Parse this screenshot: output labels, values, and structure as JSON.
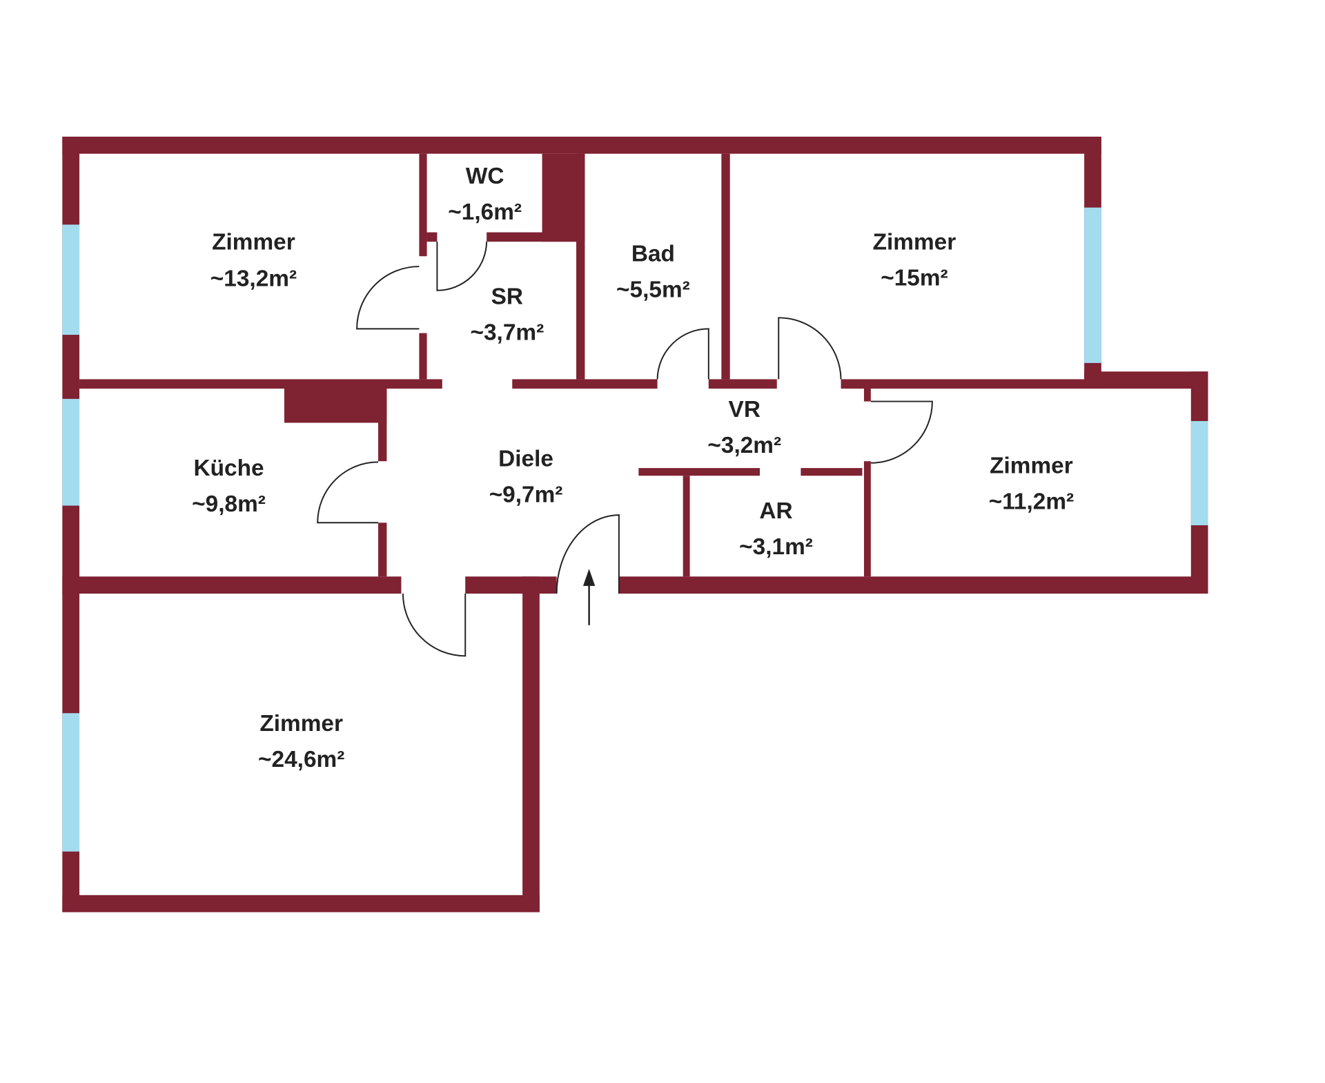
{
  "rooms": {
    "zimmer1": {
      "name": "Zimmer",
      "area": "~13,2m²"
    },
    "wc": {
      "name": "WC",
      "area": "~1,6m²"
    },
    "sr": {
      "name": "SR",
      "area": "~3,7m²"
    },
    "bad": {
      "name": "Bad",
      "area": "~5,5m²"
    },
    "zimmer2": {
      "name": "Zimmer",
      "area": "~15m²"
    },
    "vr": {
      "name": "VR",
      "area": "~3,2m²"
    },
    "kueche": {
      "name": "Küche",
      "area": "~9,8m²"
    },
    "diele": {
      "name": "Diele",
      "area": "~9,7m²"
    },
    "ar": {
      "name": "AR",
      "area": "~3,1m²"
    },
    "zimmer3": {
      "name": "Zimmer",
      "area": "~11,2m²"
    },
    "zimmer4": {
      "name": "Zimmer",
      "area": "~24,6m²"
    }
  },
  "colors": {
    "wall": "#7f2232",
    "window": "#a4dcef"
  }
}
